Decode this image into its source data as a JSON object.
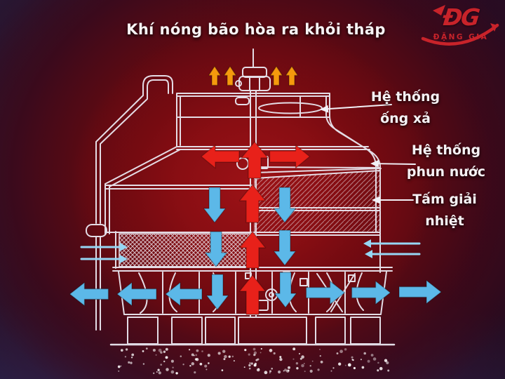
{
  "title": "Khí nóng bão hòa ra khỏi tháp",
  "logo": {
    "initials": "ĐG",
    "company": "ĐẶNG GIA",
    "color": "#c8232a"
  },
  "callouts": [
    {
      "id": "exhaust-system",
      "line1": "Hệ thống",
      "line2": "ống xả"
    },
    {
      "id": "spray-system",
      "line1": "Hệ thống",
      "line2": "phun nước"
    },
    {
      "id": "fill-sheets",
      "line1": "Tấm giải",
      "line2": "nhiệt"
    }
  ],
  "flows": {
    "hot_air_out": {
      "meaning": "saturated hot air leaving tower",
      "color": "#f59a0d",
      "direction": "up",
      "count": 4
    },
    "hot_water": {
      "meaning": "hot water rising / sprayed",
      "color": "#e8211a",
      "direction": "up-and-out",
      "count": 6
    },
    "cold_air_in": {
      "meaning": "cool air drawn in / falling water",
      "color": "#5cb8e8",
      "direction": "down-and-sideways",
      "count": 12
    },
    "cold_air_thin": {
      "meaning": "air entering louvers",
      "color": "#96d6f4",
      "count": 4
    }
  },
  "colors": {
    "linework": "#ebe8f1",
    "background_center": "#8a0e13",
    "background_corner": "#1c2448",
    "text": "#f5f1f4"
  }
}
